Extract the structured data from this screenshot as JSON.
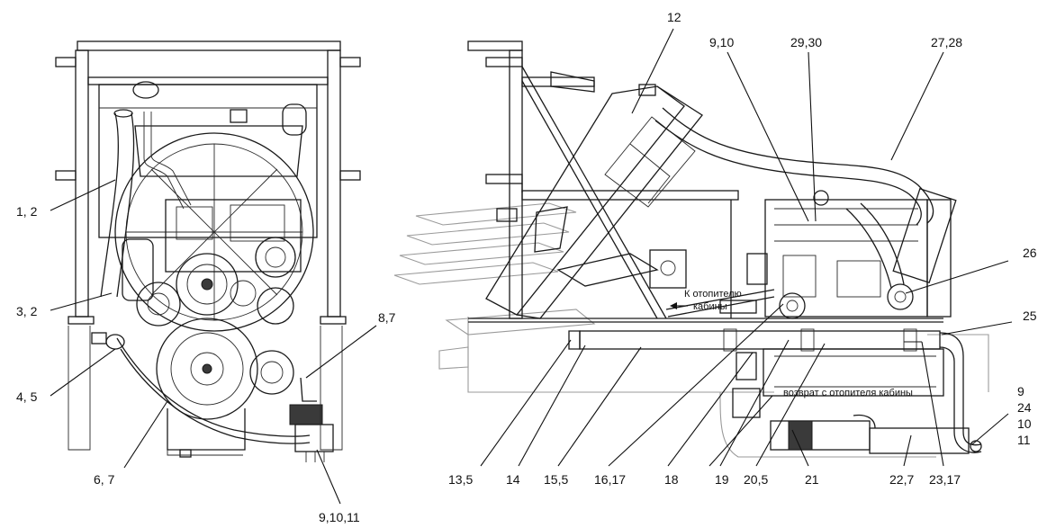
{
  "callouts": {
    "c_1_2": "1, 2",
    "c_3_2": "3, 2",
    "c_4_5": "4, 5",
    "c_6_7": "6, 7",
    "c_8_7": "8,7",
    "c_9_10_11": "9,10,11",
    "c_12": "12",
    "c_9_10": "9,10",
    "c_29_30": "29,30",
    "c_27_28": "27,28",
    "c_26": "26",
    "c_25": "25",
    "c_9": "9",
    "c_24": "24",
    "c_10": "10",
    "c_11": "11",
    "c_13_5": "13,5",
    "c_14": "14",
    "c_15_5": "15,5",
    "c_16_17": "16,17",
    "c_18": "18",
    "c_19": "19",
    "c_20_5": "20,5",
    "c_21": "21",
    "c_22_7": "22,7",
    "c_23_17": "23,17"
  },
  "notes": {
    "heater_line1": "К отопителю",
    "heater_line2": "кабины",
    "return_line": "возврат с отопителя кабины"
  },
  "colors": {
    "line": "#1a1a1a",
    "ghost": "#9a9a9a",
    "background": "#ffffff"
  }
}
